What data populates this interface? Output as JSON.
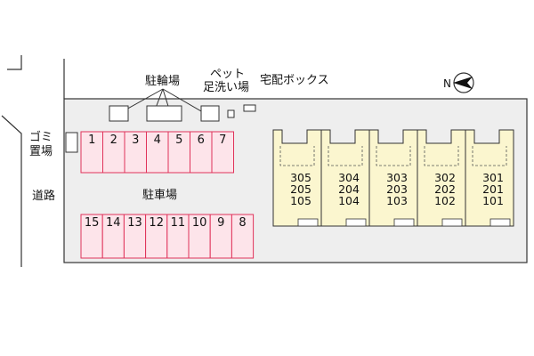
{
  "labels": {
    "bicycle_parking": "駐輪場",
    "pet_wash_line1": "ペット",
    "pet_wash_line2": "足洗い場",
    "delivery_box": "宅配ボックス",
    "garbage_line1": "ゴミ",
    "garbage_line2": "置場",
    "road": "道路",
    "parking": "駐車場",
    "north": "N"
  },
  "parking_top_row": [
    "1",
    "2",
    "3",
    "4",
    "5",
    "6",
    "7"
  ],
  "parking_bottom_row": [
    "15",
    "14",
    "13",
    "12",
    "11",
    "10",
    "9",
    "8"
  ],
  "building_units": [
    {
      "floor3": "305",
      "floor2": "205",
      "floor1": "105"
    },
    {
      "floor3": "304",
      "floor2": "204",
      "floor1": "104"
    },
    {
      "floor3": "303",
      "floor2": "203",
      "floor1": "103"
    },
    {
      "floor3": "302",
      "floor2": "202",
      "floor1": "102"
    },
    {
      "floor3": "301",
      "floor2": "201",
      "floor1": "101"
    }
  ],
  "colors": {
    "parking_fill": "#fde4ea",
    "parking_stroke": "#e0325a",
    "building_fill": "#fbf6cf",
    "site_fill": "#eeeeee"
  }
}
